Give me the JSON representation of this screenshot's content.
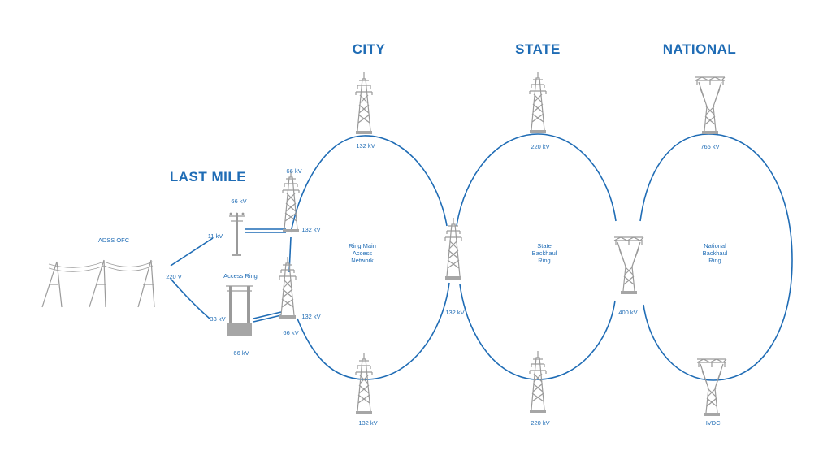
{
  "headers": {
    "city": "CITY",
    "state": "STATE",
    "national": "NATIONAL",
    "last_mile": "LAST MILE"
  },
  "labels": {
    "adss_ofc": "ADSS OFC",
    "v220": "220 V",
    "kv11": "11 kV",
    "kv33": "33 kV",
    "access_ring": "Access Ring",
    "kv66_pole": "66 kV",
    "kv66_gantry": "66 kV",
    "kv66_top": "66 kV",
    "kv66_bottom": "66 kV",
    "kv132_access_top": "132 kV",
    "kv132_access_bottom": "132 kV",
    "city_ring": [
      "Ring Main",
      "Access",
      "Network"
    ],
    "kv132_city_top": "132 kV",
    "kv132_city_bottom": "132 kV",
    "kv132_junction": "132 kV",
    "state_ring": [
      "State",
      "Backhaul",
      "Ring"
    ],
    "kv220_state_top": "220 kV",
    "kv220_state_bottom": "220 kV",
    "kv400_junction": "400 kV",
    "national_ring": [
      "National",
      "Backhaul",
      "Ring"
    ],
    "kv765": "765 kV",
    "hvdc": "HVDC"
  },
  "colors": {
    "accent": "#1f6cb5",
    "tower": "#9a9a9a"
  }
}
